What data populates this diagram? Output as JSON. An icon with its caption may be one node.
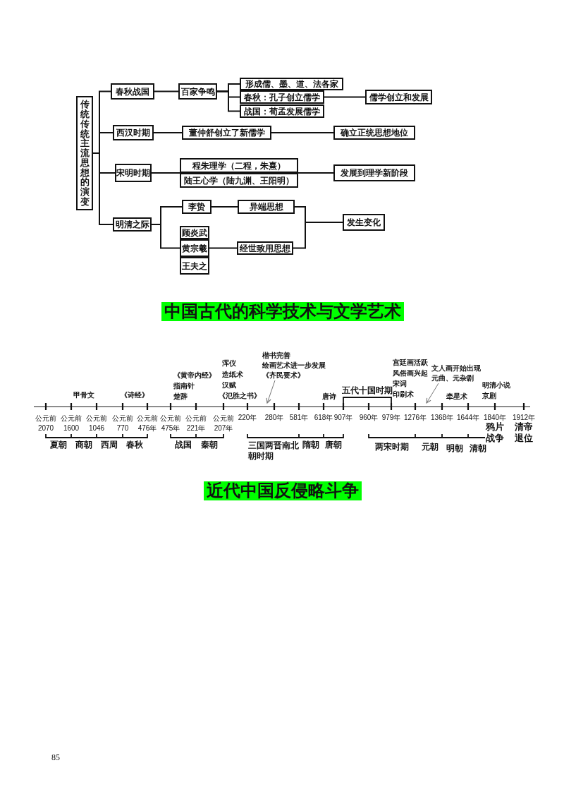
{
  "diagram": {
    "nodes": [
      {
        "text": [
          "传统传统主流思想的演变"
        ]
      },
      {
        "text": [
          "春秋战国"
        ]
      },
      {
        "text": [
          "百家争鸣"
        ]
      },
      {
        "text": [
          "形成儒、墨、道、法各家"
        ]
      },
      {
        "text": [
          "春秋：孔子创立儒学"
        ]
      },
      {
        "text": [
          "战国：荀孟发展儒学"
        ]
      },
      {
        "text": [
          "儒学创立和发展"
        ]
      },
      {
        "text": [
          "西汉时期"
        ]
      },
      {
        "text": [
          "董仲舒创立了新儒学"
        ]
      },
      {
        "text": [
          "确立正统思想地位"
        ]
      },
      {
        "text": [
          "宋明时期"
        ]
      },
      {
        "text": [
          "程朱理学（二程，朱熹）"
        ]
      },
      {
        "text": [
          "陆王心学（陆九渊、王阳明）"
        ]
      },
      {
        "text": [
          "发展到理学新阶段"
        ]
      },
      {
        "text": [
          "明清之际"
        ]
      },
      {
        "text": [
          "李贽"
        ]
      },
      {
        "text": [
          "异端思想"
        ]
      },
      {
        "text": [
          "顾炎武"
        ]
      },
      {
        "text": [
          "黄宗羲"
        ]
      },
      {
        "text": [
          "王夫之"
        ]
      },
      {
        "text": [
          "经世致用思想"
        ]
      },
      {
        "text": [
          "发生变化"
        ]
      },
      {
        "text": [
          "楷书完善",
          "绘画艺术进一步发展",
          "《齐民要术》"
        ]
      },
      {
        "text": [
          "文人画开始出现",
          "元曲、元杂剧"
        ]
      },
      {
        "text": [],
        "shape": "line"
      }
    ],
    "edges": [
      {
        "from": 0,
        "to": 1,
        "arrow": "none"
      },
      {
        "from": 0,
        "to": 7,
        "arrow": "none"
      },
      {
        "from": 0,
        "to": 10,
        "arrow": "none"
      },
      {
        "from": 0,
        "to": 14,
        "arrow": "none"
      },
      {
        "from": 1,
        "to": 2,
        "arrow": "none"
      },
      {
        "from": 2,
        "to": 3,
        "arrow": "none"
      },
      {
        "from": 2,
        "to": 4,
        "arrow": "none"
      },
      {
        "from": 2,
        "to": 5,
        "arrow": "none"
      },
      {
        "from": 4,
        "to": 6,
        "arrow": "none"
      },
      {
        "from": 7,
        "to": 8,
        "arrow": "none"
      },
      {
        "from": 8,
        "to": 9,
        "arrow": "none"
      },
      {
        "from": 10,
        "to": 11,
        "arrow": "none"
      },
      {
        "from": 10,
        "to": 12,
        "arrow": "none"
      },
      {
        "from": 11,
        "to": 13,
        "arrow": "none"
      },
      {
        "from": 12,
        "to": 13,
        "arrow": "none"
      },
      {
        "from": 14,
        "to": 15,
        "arrow": "none"
      },
      {
        "from": 14,
        "to": 18,
        "arrow": "none"
      },
      {
        "from": 15,
        "to": 16,
        "arrow": "none"
      },
      {
        "from": 18,
        "to": 20,
        "arrow": "none"
      },
      {
        "from": 16,
        "to": 21,
        "arrow": "none"
      },
      {
        "from": 20,
        "to": 21,
        "arrow": "none"
      },
      {
        "from": 22,
        "to": 24,
        "arrow": "to",
        "color": "#777777"
      },
      {
        "from": 23,
        "to": 24,
        "arrow": "to",
        "color": "#777777"
      }
    ],
    "labels": [
      "中国古代的科学技术与文学艺术",
      "甲骨文",
      "《诗经》",
      "《黄帝内经》",
      "指南针",
      "楚辞",
      "浑仪",
      "造纸术",
      "汉赋",
      "《氾胜之书》",
      "唐诗",
      "五代十国时期",
      "宫廷画活跃",
      "风俗画兴起",
      "宋词",
      "印刷术",
      "牵星术",
      "明清小说",
      "京剧",
      "公元前 2070",
      "公元前 1600",
      "公元前 1046",
      "公元前 770",
      "公元前 476年",
      "公元前 475年",
      "公元前 221年",
      "公元前 207年",
      "220年",
      "280年",
      "581年",
      "618年",
      "907年",
      "960年",
      "979年",
      "1276年",
      "1368年",
      "1644年",
      "1840年",
      "1912年",
      "夏朝",
      "商朝",
      "西周",
      "春秋",
      "战国",
      "秦朝",
      "三国两晋南北朝时期",
      "隋朝",
      "唐朝",
      "两宋时期",
      "元朝",
      "明朝",
      "清朝",
      "鸦片战争",
      "清帝退位",
      "近代中国反侵略斗争",
      "85"
    ]
  }
}
